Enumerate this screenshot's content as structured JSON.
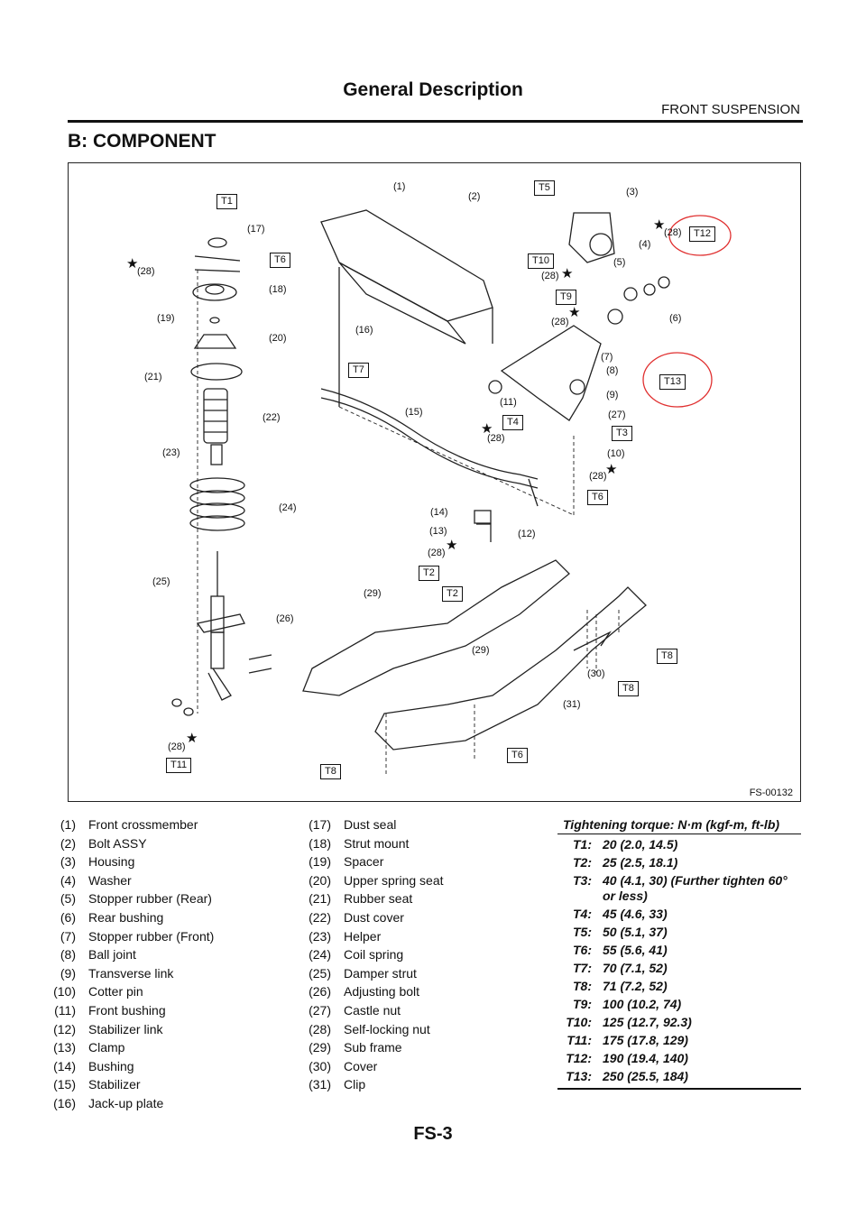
{
  "header": {
    "title": "General Description",
    "section": "FRONT SUSPENSION",
    "heading": "B:  COMPONENT"
  },
  "figure": {
    "id": "FS-00132",
    "torque_boxes": [
      "T1",
      "T6",
      "T5",
      "T10",
      "T9",
      "T12",
      "T7",
      "T13",
      "T4",
      "T3",
      "T6",
      "T2",
      "T2",
      "T8",
      "T8",
      "T6",
      "T8",
      "T11"
    ],
    "callouts": [
      "(17)",
      "(28)",
      "(18)",
      "(19)",
      "(20)",
      "(21)",
      "(22)",
      "(23)",
      "(24)",
      "(25)",
      "(26)",
      "(28)",
      "(1)",
      "(2)",
      "(3)",
      "(4)",
      "(5)",
      "(6)",
      "(28)",
      "(28)",
      "(28)",
      "(16)",
      "(7)",
      "(8)",
      "(9)",
      "(11)",
      "(15)",
      "(27)",
      "(10)",
      "(28)",
      "(28)",
      "(14)",
      "(13)",
      "(28)",
      "(12)",
      "(29)",
      "(29)",
      "(30)",
      "(31)"
    ]
  },
  "parts_col1": [
    {
      "num": "(1)",
      "name": "Front crossmember"
    },
    {
      "num": "(2)",
      "name": "Bolt ASSY"
    },
    {
      "num": "(3)",
      "name": "Housing"
    },
    {
      "num": "(4)",
      "name": "Washer"
    },
    {
      "num": "(5)",
      "name": "Stopper rubber (Rear)"
    },
    {
      "num": "(6)",
      "name": "Rear bushing"
    },
    {
      "num": "(7)",
      "name": "Stopper rubber (Front)"
    },
    {
      "num": "(8)",
      "name": "Ball joint"
    },
    {
      "num": "(9)",
      "name": "Transverse link"
    },
    {
      "num": "(10)",
      "name": "Cotter pin"
    },
    {
      "num": "(11)",
      "name": "Front bushing"
    },
    {
      "num": "(12)",
      "name": "Stabilizer link"
    },
    {
      "num": "(13)",
      "name": "Clamp"
    },
    {
      "num": "(14)",
      "name": "Bushing"
    },
    {
      "num": "(15)",
      "name": "Stabilizer"
    },
    {
      "num": "(16)",
      "name": "Jack-up plate"
    }
  ],
  "parts_col2": [
    {
      "num": "(17)",
      "name": "Dust seal"
    },
    {
      "num": "(18)",
      "name": "Strut mount"
    },
    {
      "num": "(19)",
      "name": "Spacer"
    },
    {
      "num": "(20)",
      "name": "Upper spring seat"
    },
    {
      "num": "(21)",
      "name": "Rubber seat"
    },
    {
      "num": "(22)",
      "name": "Dust cover"
    },
    {
      "num": "(23)",
      "name": "Helper"
    },
    {
      "num": "(24)",
      "name": "Coil spring"
    },
    {
      "num": "(25)",
      "name": "Damper strut"
    },
    {
      "num": "(26)",
      "name": "Adjusting bolt"
    },
    {
      "num": "(27)",
      "name": "Castle nut"
    },
    {
      "num": "(28)",
      "name": "Self-locking nut"
    },
    {
      "num": "(29)",
      "name": "Sub frame"
    },
    {
      "num": "(30)",
      "name": "Cover"
    },
    {
      "num": "(31)",
      "name": "Clip"
    }
  ],
  "torque": {
    "header": "Tightening torque: N·m (kgf-m, ft-lb)",
    "rows": [
      {
        "key": "T1:",
        "value": "20 (2.0, 14.5)"
      },
      {
        "key": "T2:",
        "value": "25 (2.5, 18.1)"
      },
      {
        "key": "T3:",
        "value": "40 (4.1, 30) (Further tighten 60° or less)"
      },
      {
        "key": "T4:",
        "value": "45 (4.6, 33)"
      },
      {
        "key": "T5:",
        "value": "50 (5.1, 37)"
      },
      {
        "key": "T6:",
        "value": "55 (5.6, 41)"
      },
      {
        "key": "T7:",
        "value": "70 (7.1, 52)"
      },
      {
        "key": "T8:",
        "value": "71 (7.2, 52)"
      },
      {
        "key": "T9:",
        "value": "100 (10.2, 74)"
      },
      {
        "key": "T10:",
        "value": "125 (12.7, 92.3)"
      },
      {
        "key": "T11:",
        "value": "175 (17.8, 129)"
      },
      {
        "key": "T12:",
        "value": "190 (19.4, 140)"
      },
      {
        "key": "T13:",
        "value": "250 (25.5, 184)"
      }
    ]
  },
  "footer": {
    "page": "FS-3"
  },
  "colors": {
    "annotation": "#e03030",
    "ink": "#111111"
  }
}
